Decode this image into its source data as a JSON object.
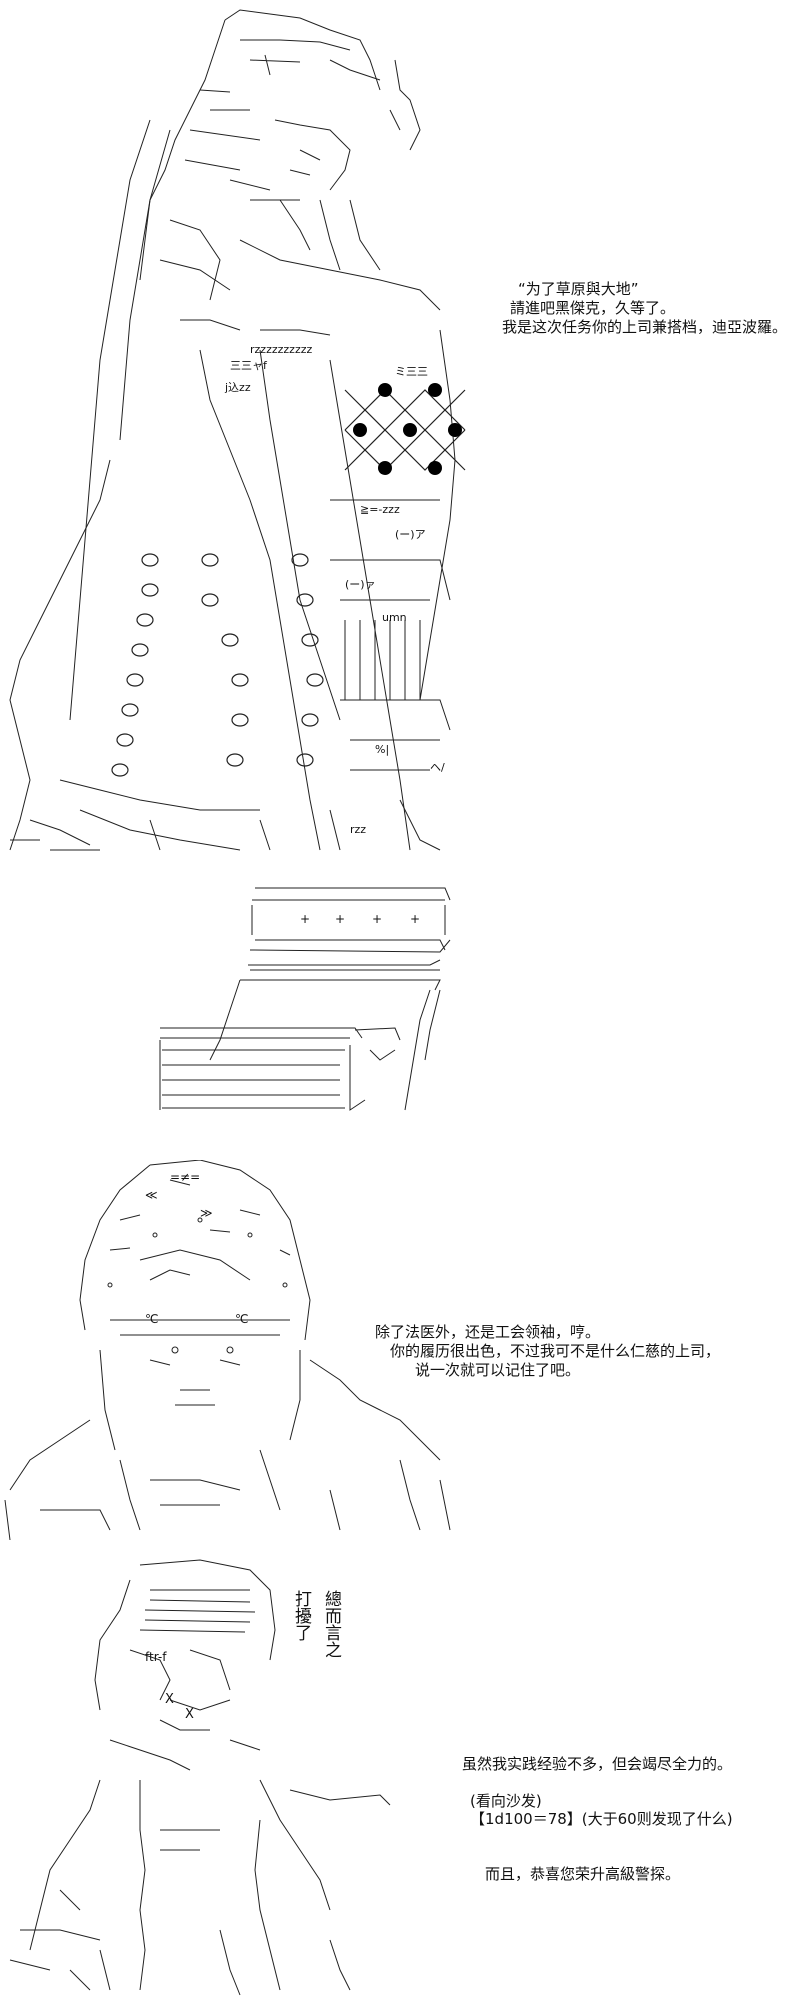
{
  "panel1": {
    "dialogue": [
      "“为了草原與大地”",
      "請進吧黑傑克，久等了。",
      "我是这次任务你的上司兼搭档，迪亞波羅。"
    ],
    "ascii_fragments": [
      "rzzzzzzzzzz",
      "三三ャf",
      "j込zz",
      "ミ三三",
      "≧=-zzz",
      "umn",
      "%|",
      "ヘ/",
      "(ー)ア",
      "(ー)ァ",
      "rzz"
    ]
  },
  "panel2": {
    "ascii_fragments": [
      "+",
      "+",
      "+",
      "+"
    ]
  },
  "panel3": {
    "dialogue": [
      "除了法医外，还是工会领袖，哼。",
      "你的履历很出色，不过我可不是什么仁慈的上司，",
      "说一次就可以记住了吧。"
    ],
    "ascii_fragments": [
      "=≠=",
      "≪ ",
      "≫",
      "℃",
      "℃"
    ]
  },
  "panel4": {
    "side_text": [
      "打",
      "擾",
      "了",
      "總",
      "而",
      "言",
      "之"
    ],
    "dialogue": [
      "虽然我实践经验不多，但会竭尽全力的。",
      "(看向沙发)",
      "【1d100＝78】(大于60则发现了什么)",
      "而且，恭喜您荣升高級警探。"
    ],
    "ascii_fragments": [
      "ftr-f",
      "X",
      "X"
    ]
  }
}
